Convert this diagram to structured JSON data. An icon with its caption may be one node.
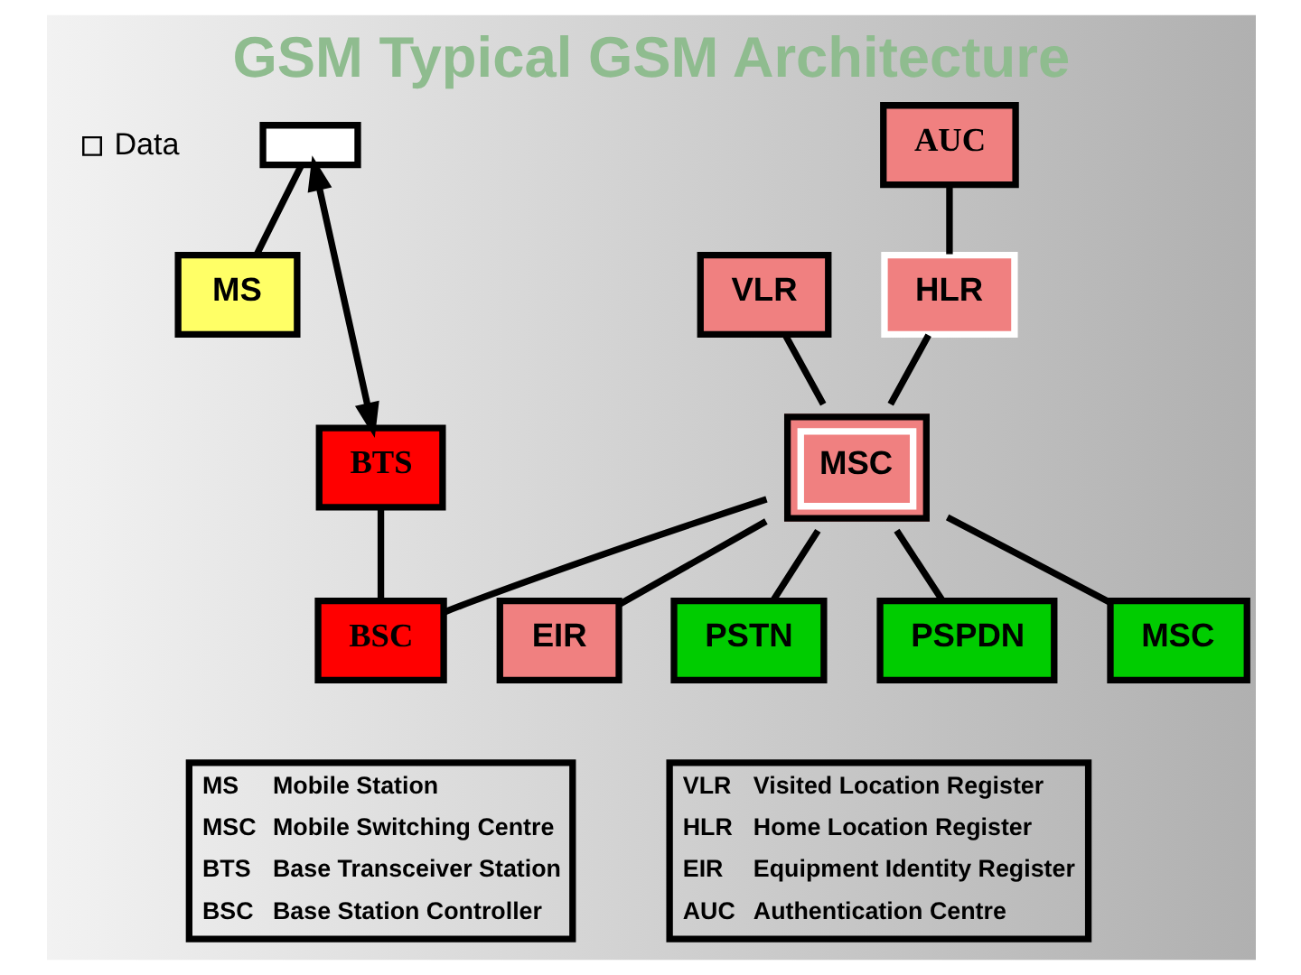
{
  "diagram": {
    "title": "GSM Typical GSM Architecture",
    "nodes": [
      {
        "text": [],
        "shape": "box"
      },
      {
        "text": [
          "AUC"
        ]
      },
      {
        "text": [
          "MS"
        ]
      },
      {
        "text": [
          "VLR"
        ]
      },
      {
        "text": [
          "HLR"
        ]
      },
      {
        "text": [
          "EIR"
        ]
      },
      {
        "text": [
          "MSC"
        ]
      },
      {
        "text": [
          "PSTN"
        ]
      },
      {
        "text": [
          "BTS"
        ]
      },
      {
        "text": [
          "PSPDN"
        ]
      },
      {
        "text": [
          "BSC"
        ]
      },
      {
        "text": [
          "MSC"
        ]
      },
      {
        "text": [
          "MS",
          "Mobile Station",
          "MSC",
          "Mobile Switching Centre",
          "BTS",
          "Base Transceiver Station",
          "BSC",
          "Base Station Controller"
        ]
      },
      {
        "text": [
          "VLR",
          "Visited Location Register",
          "HLR",
          "Home Location Register",
          "EIR",
          "Equipment Identity Register",
          "AUC",
          "Authentication Centre"
        ]
      }
    ],
    "edges": [
      {
        "from": 0,
        "to": 2,
        "arrow": "none"
      },
      {
        "from": 0,
        "to": 8,
        "arrow": "both"
      },
      {
        "from": 8,
        "to": 10,
        "arrow": "none"
      },
      {
        "from": 10,
        "to": 6,
        "arrow": "none"
      },
      {
        "from": 3,
        "to": 6,
        "arrow": "none"
      },
      {
        "from": 1,
        "to": 4,
        "arrow": "none"
      },
      {
        "from": 4,
        "to": 6,
        "arrow": "none"
      },
      {
        "from": 6,
        "to": 5,
        "arrow": "none"
      },
      {
        "from": 6,
        "to": 7,
        "arrow": "none"
      },
      {
        "from": 6,
        "to": 9,
        "arrow": "none"
      },
      {
        "from": 6,
        "to": 11,
        "arrow": "none"
      }
    ],
    "labels": [
      "Data"
    ]
  }
}
